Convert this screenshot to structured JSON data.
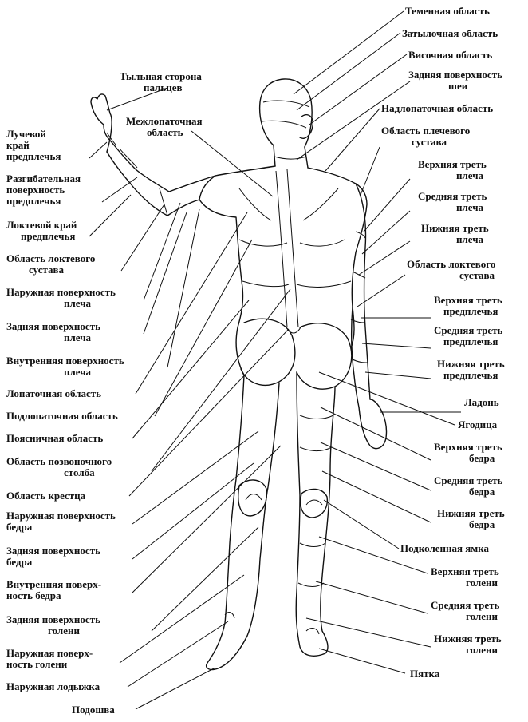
{
  "labels": {
    "right": [
      [
        "Теменная область"
      ],
      [
        "Затылочная область"
      ],
      [
        "Височная область"
      ],
      [
        "Задняя поверхность",
        "шеи"
      ],
      [
        "Надлопаточная область"
      ],
      [
        "Область плечевого",
        "сустава"
      ],
      [
        "Верхняя треть",
        "плеча"
      ],
      [
        "Средняя треть",
        "плеча"
      ],
      [
        "Нижняя треть",
        "плеча"
      ],
      [
        "Область локтевого",
        "сустава"
      ],
      [
        "Верхняя треть",
        "предплечья"
      ],
      [
        "Средняя треть",
        "предплечья"
      ],
      [
        "Нижняя треть",
        "предплечья"
      ],
      [
        "Ладонь"
      ],
      [
        "Ягодица"
      ],
      [
        "Верхняя треть",
        "бедра"
      ],
      [
        "Средняя треть",
        "бедра"
      ],
      [
        "Нижняя треть",
        "бедра"
      ],
      [
        "Подколенная ямка"
      ],
      [
        "Верхняя треть",
        "голени"
      ],
      [
        "Средняя треть",
        "голени"
      ],
      [
        "Нижняя треть",
        "голени"
      ],
      [
        "Пятка"
      ]
    ],
    "left": [
      [
        "Тыльная сторона",
        "пальцев"
      ],
      [
        "Межлопаточная",
        "область"
      ],
      [
        "Лучевой",
        "край",
        "предплечья"
      ],
      [
        "Разгибательная",
        "поверхность",
        "предплечья"
      ],
      [
        "Локтевой край",
        "предплечья"
      ],
      [
        "Область локтевого",
        "сустава"
      ],
      [
        "Наружная поверхность",
        "плеча"
      ],
      [
        "Задняя поверхность",
        "плеча"
      ],
      [
        "Внутренняя поверхность",
        "плеча"
      ],
      [
        "Лопаточная область"
      ],
      [
        "Подлопаточная область"
      ],
      [
        "Поясничная область"
      ],
      [
        "Область позвоночного",
        "столба"
      ],
      [
        "Область крестца"
      ],
      [
        "Наружная поверхность",
        "бедра"
      ],
      [
        "Задняя поверхность",
        "бедра"
      ],
      [
        "Внутренняя поверх-",
        "ность бедра"
      ],
      [
        "Задняя поверхность",
        "голени"
      ],
      [
        "Наружная поверх-",
        "ность голени"
      ],
      [
        "Наружная лодыжка"
      ],
      [
        "Подошва"
      ]
    ]
  }
}
